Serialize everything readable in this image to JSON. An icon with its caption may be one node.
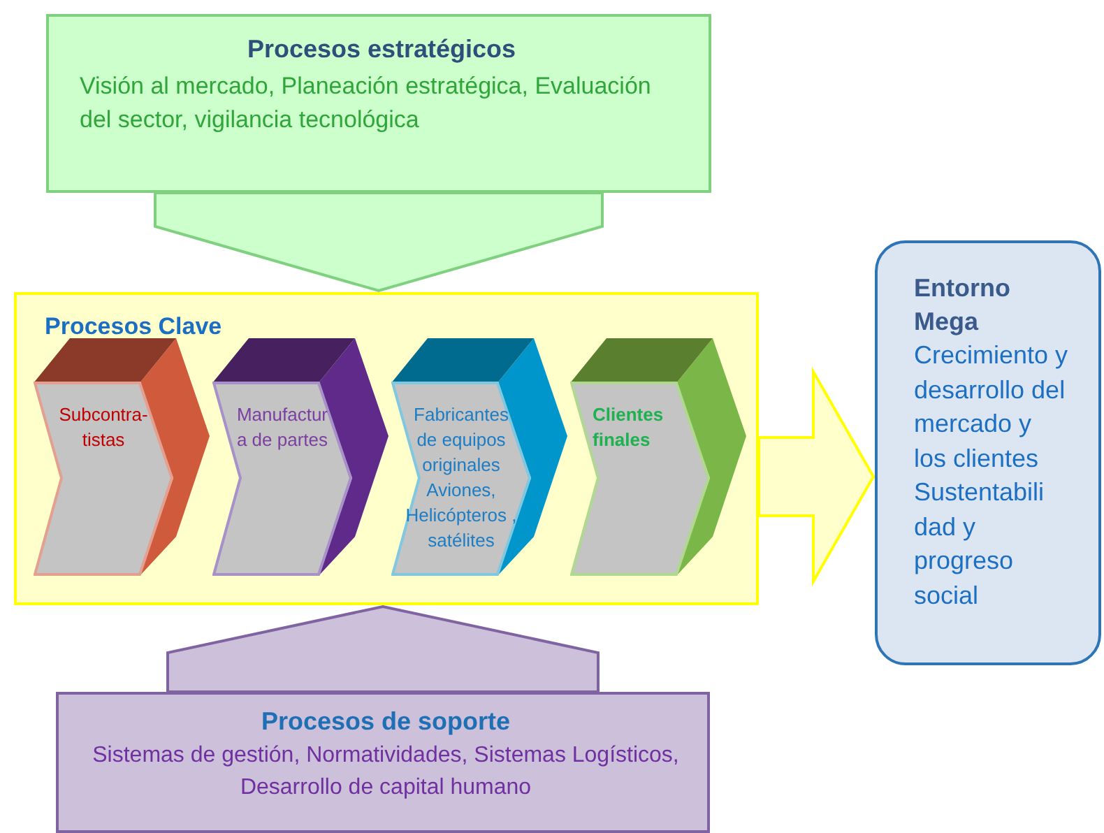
{
  "diagram": {
    "nodes": [
      {
        "text": [
          "Procesos estratégicos",
          "Visión al mercado, Planeación estratégica, Evaluación del sector, vigilancia tecnológica"
        ]
      },
      {
        "text": [
          "Procesos Clave"
        ]
      },
      {
        "text": [
          "Subcontra- tistas"
        ],
        "in": 1
      },
      {
        "text": [
          "Manufactur a de partes"
        ],
        "in": 1
      },
      {
        "text": [
          "Fabricantes de equipos originales Aviones, Helicópteros , satélites"
        ],
        "in": 1
      },
      {
        "text": [
          "Clientes finales"
        ],
        "in": 1
      },
      {
        "text": [
          "Entorno Mega",
          "Crecimiento y desarrollo del mercado y los clientes Sustentabili dad y progreso social"
        ]
      },
      {
        "text": [
          "Procesos de soporte",
          "Sistemas de gestión, Normatividades, Sistemas Logísticos, Desarrollo de capital humano"
        ]
      }
    ],
    "edges": [
      {
        "from": 0,
        "to": 1,
        "arrow": "to"
      },
      {
        "from": 7,
        "to": 1,
        "arrow": "to"
      },
      {
        "from": 1,
        "to": 6,
        "arrow": "to"
      }
    ]
  }
}
